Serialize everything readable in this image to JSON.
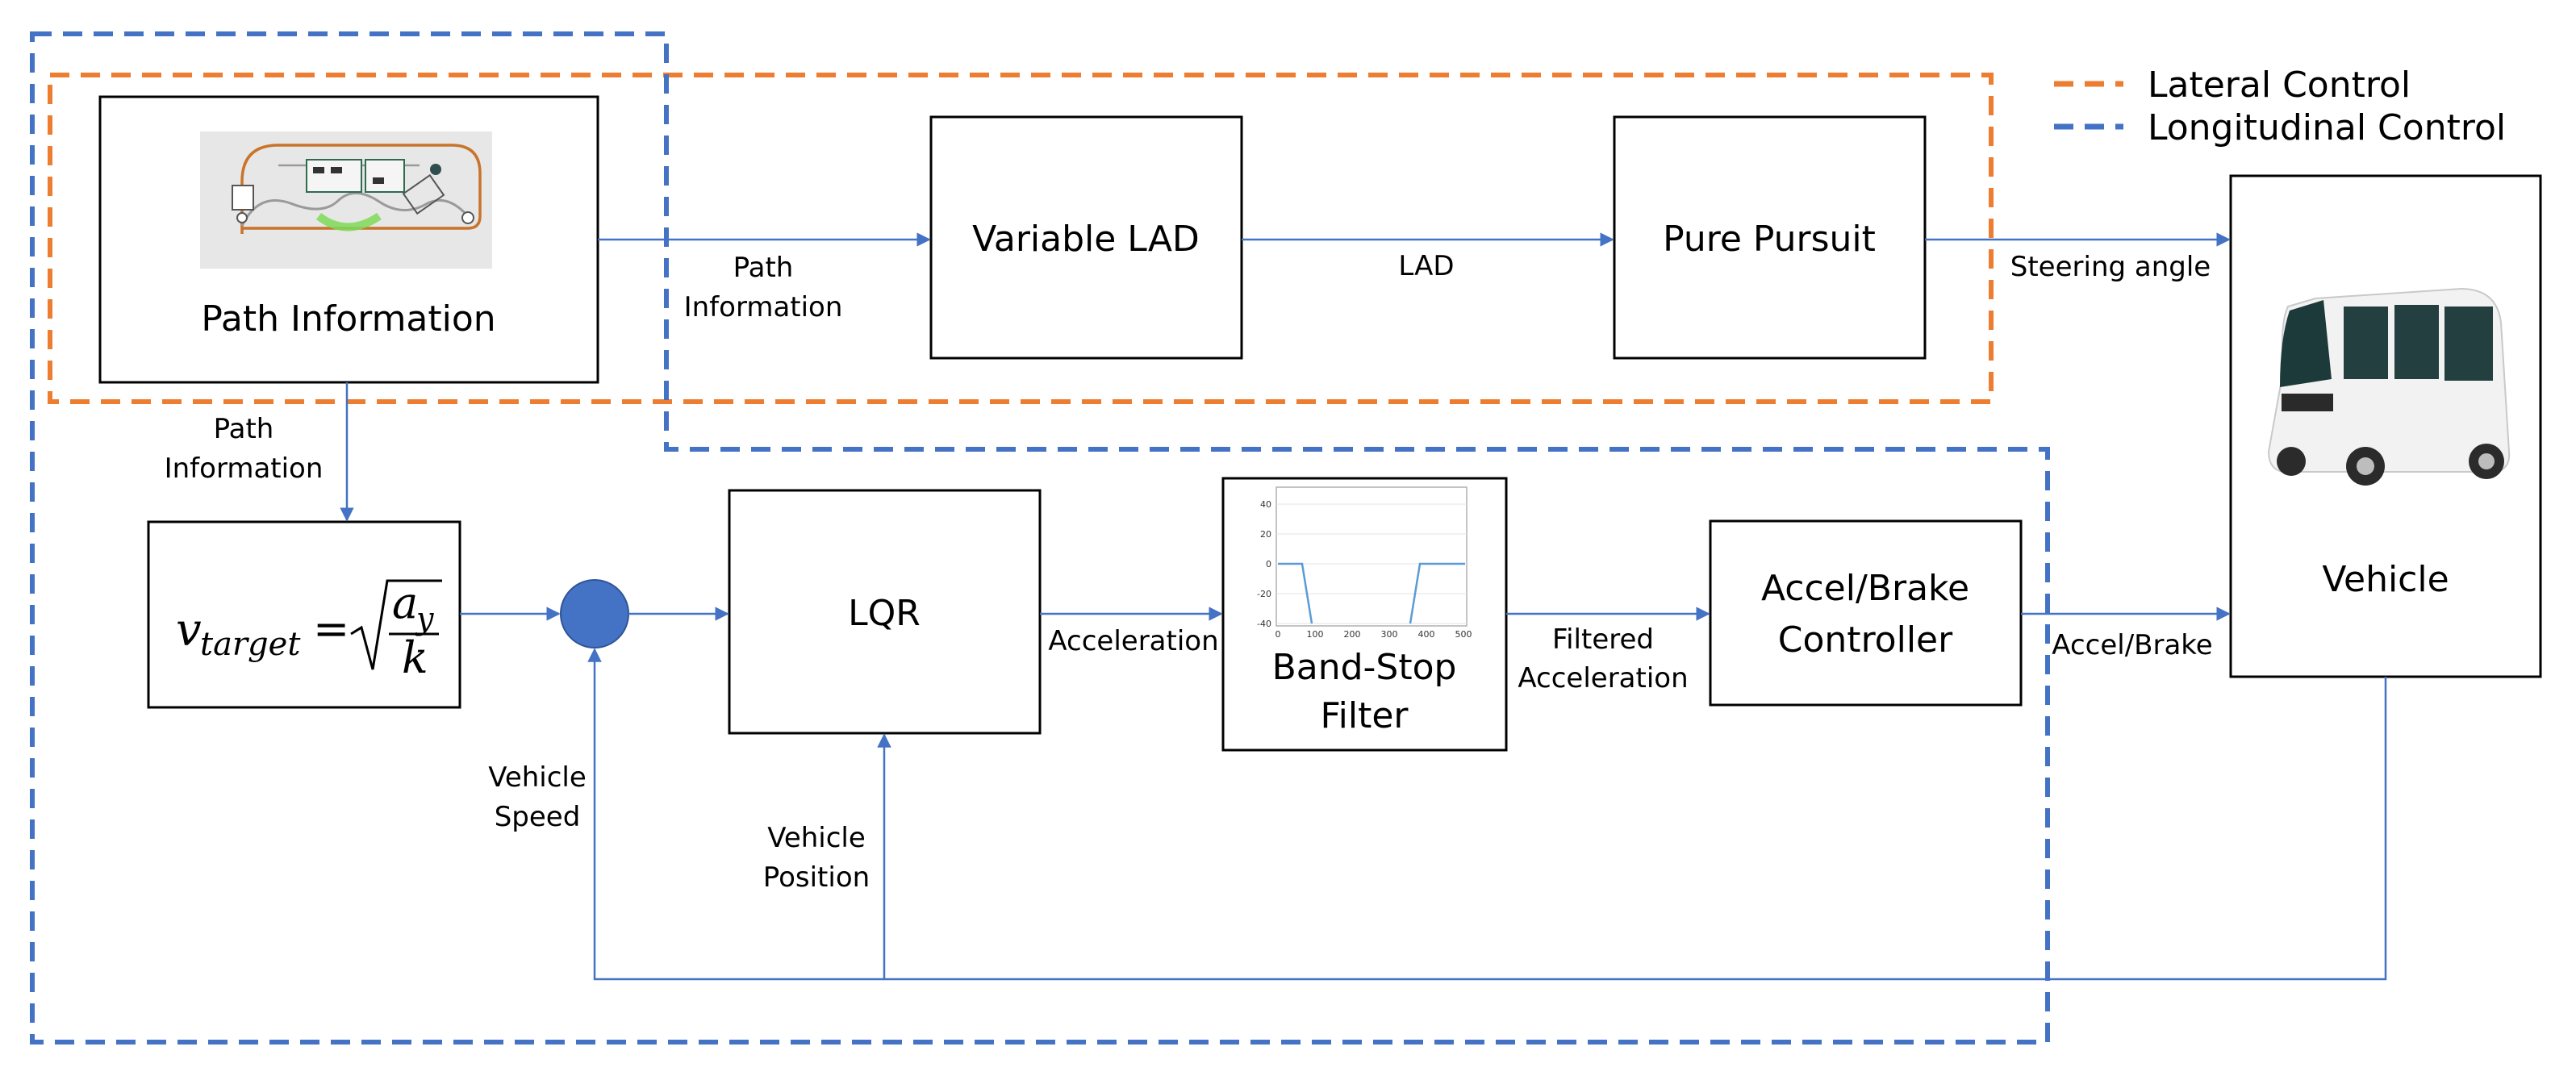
{
  "legend": {
    "lateral": {
      "label": "Lateral Control",
      "color": "#ed7d31"
    },
    "longitudinal": {
      "label": "Longitudinal Control",
      "color": "#4472c4"
    }
  },
  "blocks": {
    "path_information": "Path Information",
    "variable_lad": "Variable LAD",
    "pure_pursuit": "Pure Pursuit",
    "lqr": "LQR",
    "band_stop_line1": "Band-Stop",
    "band_stop_line2": "Filter",
    "accel_brake_line1": "Accel/Brake",
    "accel_brake_line2": "Controller",
    "vehicle": "Vehicle"
  },
  "equation": {
    "lhs": "v",
    "lhs_sub": "target",
    "equals": "=",
    "numerator": "a",
    "numerator_sub": "y",
    "denominator": "k"
  },
  "signals": {
    "path_info_1_line1": "Path",
    "path_info_1_line2": "Information",
    "lad": "LAD",
    "steering_angle": "Steering angle",
    "path_info_2_line1": "Path",
    "path_info_2_line2": "Information",
    "acceleration": "Acceleration",
    "filtered_line1": "Filtered",
    "filtered_line2": "Acceleration",
    "accel_brake": "Accel/Brake",
    "vehicle_speed_line1": "Vehicle",
    "vehicle_speed_line2": "Speed",
    "vehicle_position_line1": "Vehicle",
    "vehicle_position_line2": "Position"
  },
  "filter_plot": {
    "y_ticks": [
      "40",
      "20",
      "0",
      "-20",
      "-40"
    ],
    "x_ticks": [
      "0",
      "100",
      "200",
      "300",
      "400",
      "500"
    ]
  },
  "colors": {
    "connector": "#4472c4",
    "summing_junction": "#4472c4",
    "track_orange": "#c8742a",
    "track_green": "#7ed957"
  }
}
